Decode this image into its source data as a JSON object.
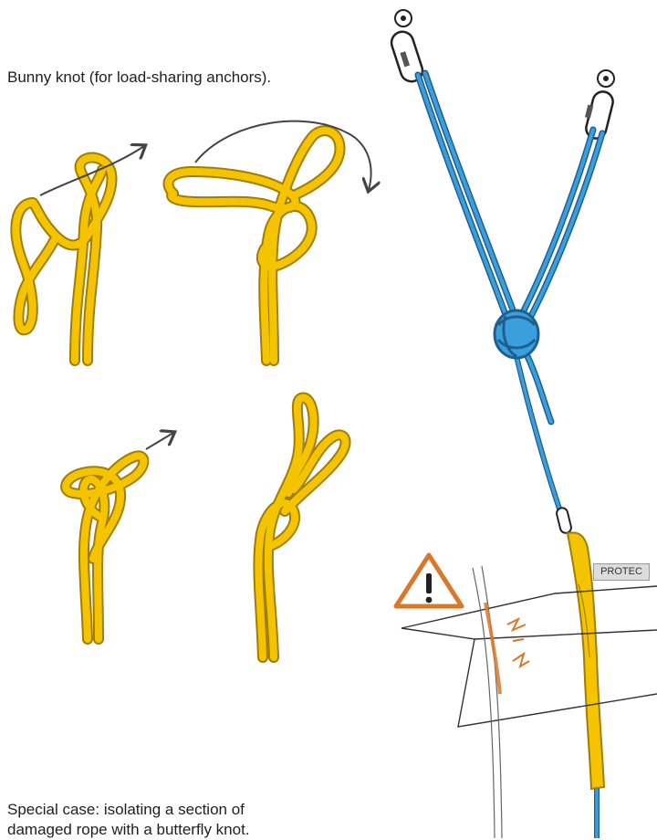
{
  "captions": {
    "bunny_knot": "Bunny knot (for load-sharing anchors).",
    "special_case_line1": "Special case: isolating a section of",
    "special_case_line2": "damaged rope with a butterfly knot."
  },
  "labels": {
    "protector": "PROTEC"
  },
  "colors": {
    "rope_yellow": "#f4c400",
    "rope_yellow_shadow": "#a27d00",
    "rope_blue": "#3a9fdc",
    "rope_blue_shadow": "#1d5f8e",
    "warning_orange": "#d9772a",
    "arrow_gray": "#444444"
  },
  "icons": {
    "warning": "warning-triangle-icon",
    "arrow": "curved-arrow-icon"
  }
}
